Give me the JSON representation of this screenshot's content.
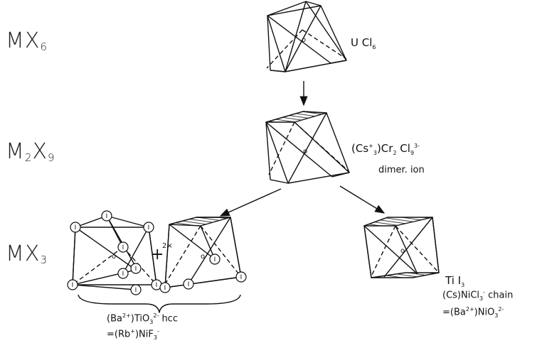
{
  "rows": {
    "mx6": {
      "base": "MX",
      "sub": "6"
    },
    "m2x9": {
      "base": "M",
      "sub1": "2",
      "mid": "X",
      "sub2": "9"
    },
    "mx3": {
      "base": "MX",
      "sub": "3"
    }
  },
  "labels": {
    "ucl6": {
      "pre": "U Cl",
      "sub": "6"
    },
    "cs_cr2cl9": {
      "a": "(Cs",
      "a_sup": "+",
      "a_sub": "3",
      "b": ")Cr",
      "b_sub": "2",
      "c": " Cl",
      "c_sub": "9",
      "c_sup": "3-"
    },
    "dimer": "dimer. ion",
    "til3": {
      "pre": "Ti I",
      "sub": "3"
    },
    "csnicl3": {
      "pre": "(Cs)NiCl",
      "sub": "3",
      "sup": "-",
      "post": " chain"
    },
    "banio3": {
      "pre": "=(Ba",
      "sup1": "2+",
      "mid": ")NiO",
      "sub": "3",
      "sup2": "2-"
    },
    "batio3": {
      "pre": "(Ba",
      "sup1": "2+",
      "mid": ")TiO",
      "sub": "3",
      "sup2": "2-",
      "post": " hcc"
    },
    "rbnif3": {
      "pre": "=(Rb",
      "sup1": "+",
      "mid": ")NiF",
      "sub": "3",
      "sup2": "-"
    },
    "plus": "+",
    "two_x": "2×"
  },
  "markers": {
    "vertex": "I",
    "center": "o"
  }
}
